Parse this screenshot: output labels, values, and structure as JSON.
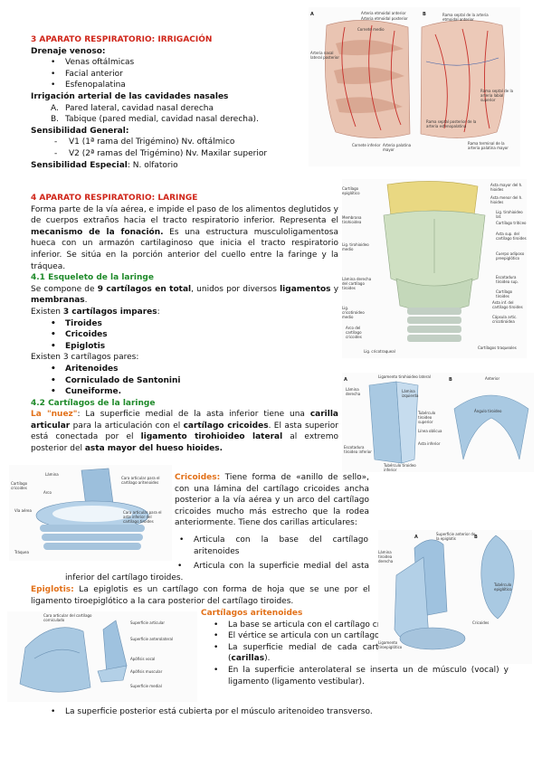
{
  "s3": {
    "heading": "3 APARATO RESPIRATORIO: IRRIGACIÓN",
    "drenaje_title": "Drenaje venoso:",
    "drenaje_items": [
      "Venas oftálmicas",
      "Facial anterior",
      "Esfenopalatina"
    ],
    "irrigacion_title": "Irrigación arterial de las cavidades nasales",
    "irrigacion_items": [
      {
        "letter": "A.",
        "text": "Pared lateral, cavidad nasal derecha"
      },
      {
        "letter": "B.",
        "text": "Tabique (pared medial, cavidad nasal derecha)."
      }
    ],
    "sens_general": "Sensibilidad General:",
    "sens_items": [
      "V1 (1ª rama del Trigémino) Nv. oftálmico",
      "V2 (2ª ramas del Trigémino) Nv. Maxilar superior"
    ],
    "sens_especial_label": "Sensibilidad Especial",
    "sens_especial_value": ": N. olfatorio"
  },
  "s4": {
    "heading": "4 APARATO RESPIRATORIO: LARINGE",
    "p1_a": "Forma parte de la vía aérea, e impide el paso de los alimentos deglutidos y de cuerpos extraños hacia el tracto respiratorio inferior. Representa el ",
    "p1_b": "mecanismo de la fonación.",
    "p1_c": " Es una estructura musculoligamentosa hueca con un armazón cartilaginoso que inicia el tracto respiratorio inferior. Se sitúa en la porción anterior del cuello entre la faringe y la tráquea.",
    "h41": "4.1 Esqueleto de la laringe",
    "p2_a": "Se compone de ",
    "p2_b": "9 cartílagos en total",
    "p2_c": ", unidos por diversos ",
    "p2_d": "ligamentos",
    "p2_e": " y ",
    "p2_f": "membranas",
    "p2_g": ".",
    "impares_a": "Existen ",
    "impares_b": "3 cartílagos impares",
    "impares_c": ":",
    "impares": [
      "Tiroides",
      "Cricoides",
      "Epiglotis"
    ],
    "pares_title": "Existen 3 cartílagos pares:",
    "pares": [
      "Aritenoides",
      "Corniculado de Santonini",
      "Cuneiforme."
    ],
    "h42": "4.2 Cartílagos de la laringe",
    "nuez_label": "La \"nuez\"",
    "nuez_a": ": La superficie medial de la asta inferior tiene una ",
    "nuez_b": "carilla articular",
    "nuez_c": " para la articulación con el ",
    "nuez_d": "cartílago cricoides",
    "nuez_e": ". El asta superior está conectada por el ",
    "nuez_f": "ligamento tirohioideo lateral",
    "nuez_g": " al extremo posterior del ",
    "nuez_h": "asta mayor del hueso hioides.",
    "cricoides_label": "Cricoides:",
    "cricoides_text": " Tiene forma de «anillo de sello», con una lámina del cartílago cricoides ancha posterior a la vía aérea y un arco del cartílago cricoides mucho más estrecho que la rodea anteriormente. Tiene dos carillas articulares:",
    "cric_items": [
      "Articula con la base del cartílago aritenoides",
      "Articula con la superficie medial del asta inferior del cartílago tiroides."
    ],
    "epiglotis_label": "Epiglotis:",
    "epiglotis_text": " La epiglotis es un cartílago con forma de hoja que se une por el ligamento tiroepiglótico a la cara posterior del cartílago tiroides.",
    "arit_title": "Cartílagos aritenoides",
    "arit_items": [
      [
        "La base se articula con el cartílago cricoides."
      ],
      [
        "El vértice se articula con un cartílago corniculado."
      ],
      [
        "La superficie medial de cada cartílago se enfrenta con la otra (",
        "carillas",
        ")."
      ],
      [
        "En la superficie anterolateral se inserta un de músculo (vocal) y ligamento (ligamento vestibular)."
      ],
      [
        "La superficie posterior está cubierta por el músculo aritenoideo transverso."
      ]
    ]
  },
  "fig_nasal": {
    "A": "A",
    "B": "B",
    "labels": [
      "Arteria etmoidal anterior",
      "Arteria etmoidal posterior",
      "Cornete medio",
      "Arteria nasal lateral posterior",
      "Rama septal de la arteria etmoidal anterior",
      "Rama septal de la arteria labial superior",
      "Rama septal posterior de la arteria esfenopalatina",
      "Rama terminal de la arteria palatina mayor",
      "Arteria palatina mayor",
      "Cornete inferior"
    ]
  },
  "fig_laringe": {
    "left": [
      "Cartílago epiglótico",
      "Membrana tirohioidea",
      "Lig. tirohioideo medio",
      "Lámina derecha del cartílago tiroides",
      "Lig. cricotiroideo medio",
      "Arco del cartílago cricoides",
      "Lig. cricotraqueal"
    ],
    "right": [
      "Asta mayor del h. hioides",
      "Asta menor del h. hioides",
      "Lig. tirohioideo lat.",
      "Cartílago tritíceo",
      "Asta sup. del cartílago tiroides",
      "Cuerpo adiposo preepiglótico",
      "Escotadura tiroidea sup.",
      "Cartílago tiroides",
      "Asta inf. del cartílago tiroides",
      "Cápsula artic. cricotiroidea",
      "Cartílagos traqueales"
    ]
  },
  "fig_thyroid": {
    "A": "A",
    "B": "B",
    "labels": [
      "Ligamento tirohioideo lateral",
      "Lámina derecha",
      "Lámina izquierda",
      "Tubérculo tiroideo superior",
      "Línea oblicua",
      "Asta inferior",
      "Escotadura tiroidea inferior",
      "Tubérculo tiroideo inferior",
      "Anterior",
      "Ángulo tiroideo"
    ]
  },
  "fig_cric": {
    "labels": [
      "Lámina",
      "Cartílago cricoides",
      "Arco",
      "Vía aérea",
      "Cara articular para el cartílago aritenoides",
      "Cara articular para el asta inferior del cartílago tiroides",
      "Tráquea"
    ]
  },
  "fig_epig": {
    "A": "A",
    "B": "B",
    "labels": [
      "Superficie anterior de la epiglotis",
      "Lámina tiroidea derecha",
      "Tubérculo epiglótico",
      "Cricoides",
      "Ligamento tiroepiglótico"
    ]
  },
  "fig_arit": {
    "labels": [
      "Cara articular del cartílago corniculado",
      "Superficie articular",
      "Superficie anterolateral",
      "Apófisis vocal",
      "Apófisis muscular",
      "Superficie medial"
    ]
  }
}
